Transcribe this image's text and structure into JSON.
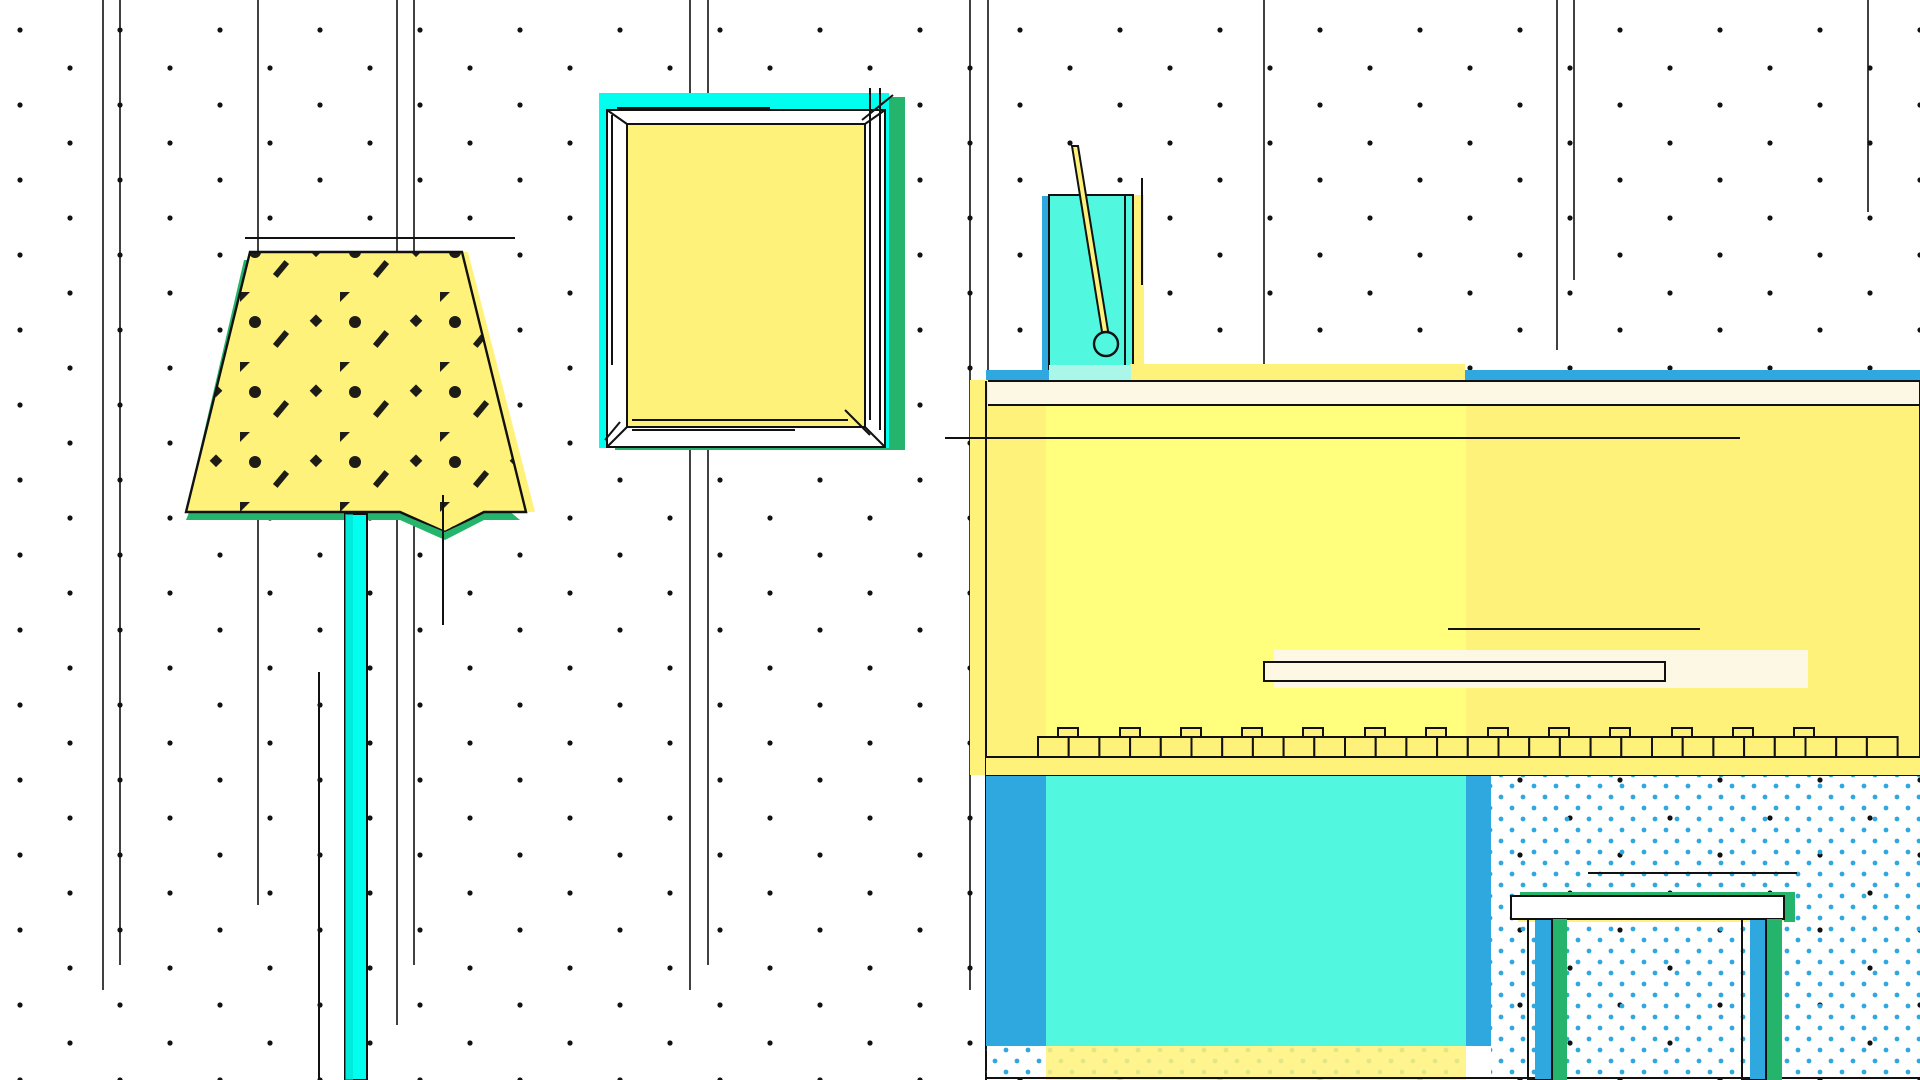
{
  "colors": {
    "background": "#ffffff",
    "dot": "#111111",
    "yellow": "#fff27a",
    "bright_yellow": "#ffff7d",
    "cyan": "#00ffee",
    "teal": "#52f7e0",
    "blue": "#2fa8e0",
    "green": "#25b46c",
    "cream": "#fdf8e3",
    "line": "#111111",
    "pattern_dot": "#2fa8e0"
  },
  "scene": {
    "lamp": {
      "pattern": "polka-dot-and-dash"
    },
    "frame": {
      "content": "blank-yellow-canvas"
    },
    "piano": {
      "element": "upright-piano"
    },
    "cup": {
      "element": "glass-with-straw"
    },
    "bench": {
      "element": "piano-bench"
    }
  }
}
